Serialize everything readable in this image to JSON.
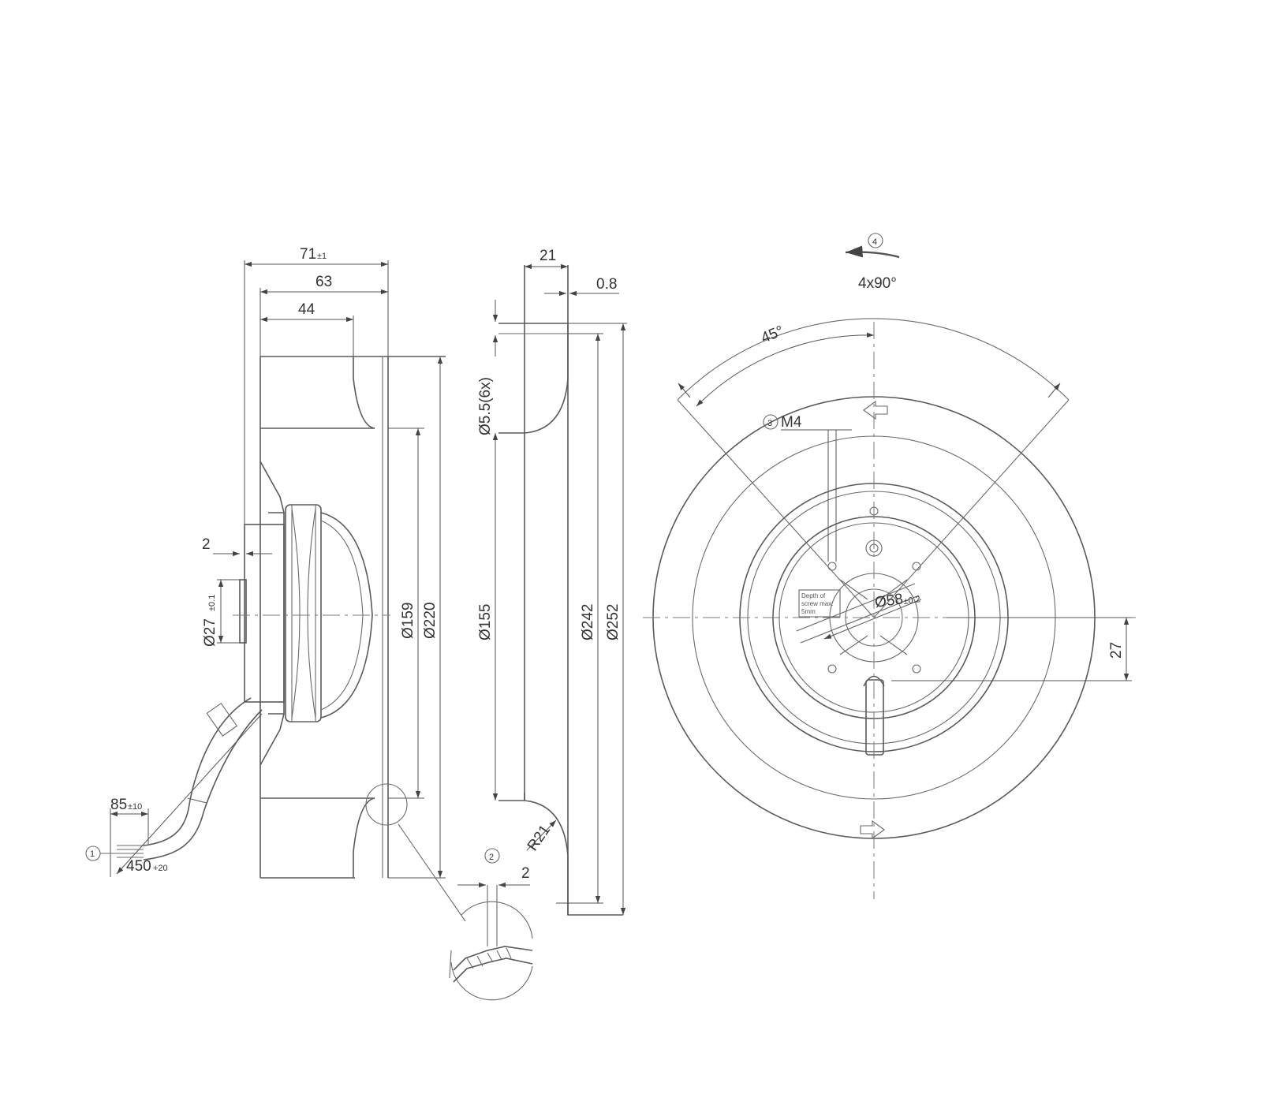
{
  "side_view": {
    "dim_71": "71",
    "dim_71_tol": "±1",
    "dim_63": "63",
    "dim_44": "44",
    "dim_2": "2",
    "dim_d27": "Ø27",
    "dim_d27_tol": "±0.1",
    "dim_d159": "Ø159",
    "dim_d220": "Ø220",
    "dim_85": "85",
    "dim_85_tol": "±10",
    "dim_450": "450",
    "dim_450_tol": "+20",
    "callout_1": "1"
  },
  "section_view": {
    "dim_21": "21",
    "dim_08": "0.8",
    "dim_d55": "Ø5.5(6x)",
    "dim_d155": "Ø155",
    "dim_d242": "Ø242",
    "dim_d252": "Ø252",
    "dim_r21": "R21",
    "callout_2": "2",
    "dim_2": "2"
  },
  "front_view": {
    "callout_4": "4",
    "angle_4x90": "4x90°",
    "angle_45": "45°",
    "callout_3": "3",
    "thread_m4": "M4",
    "dim_d58": "Ø58",
    "dim_d58_tol": "±0.2",
    "dim_27": "27",
    "note_line1": "Depth of",
    "note_line2": "screw max.",
    "note_line3": "5mm"
  }
}
